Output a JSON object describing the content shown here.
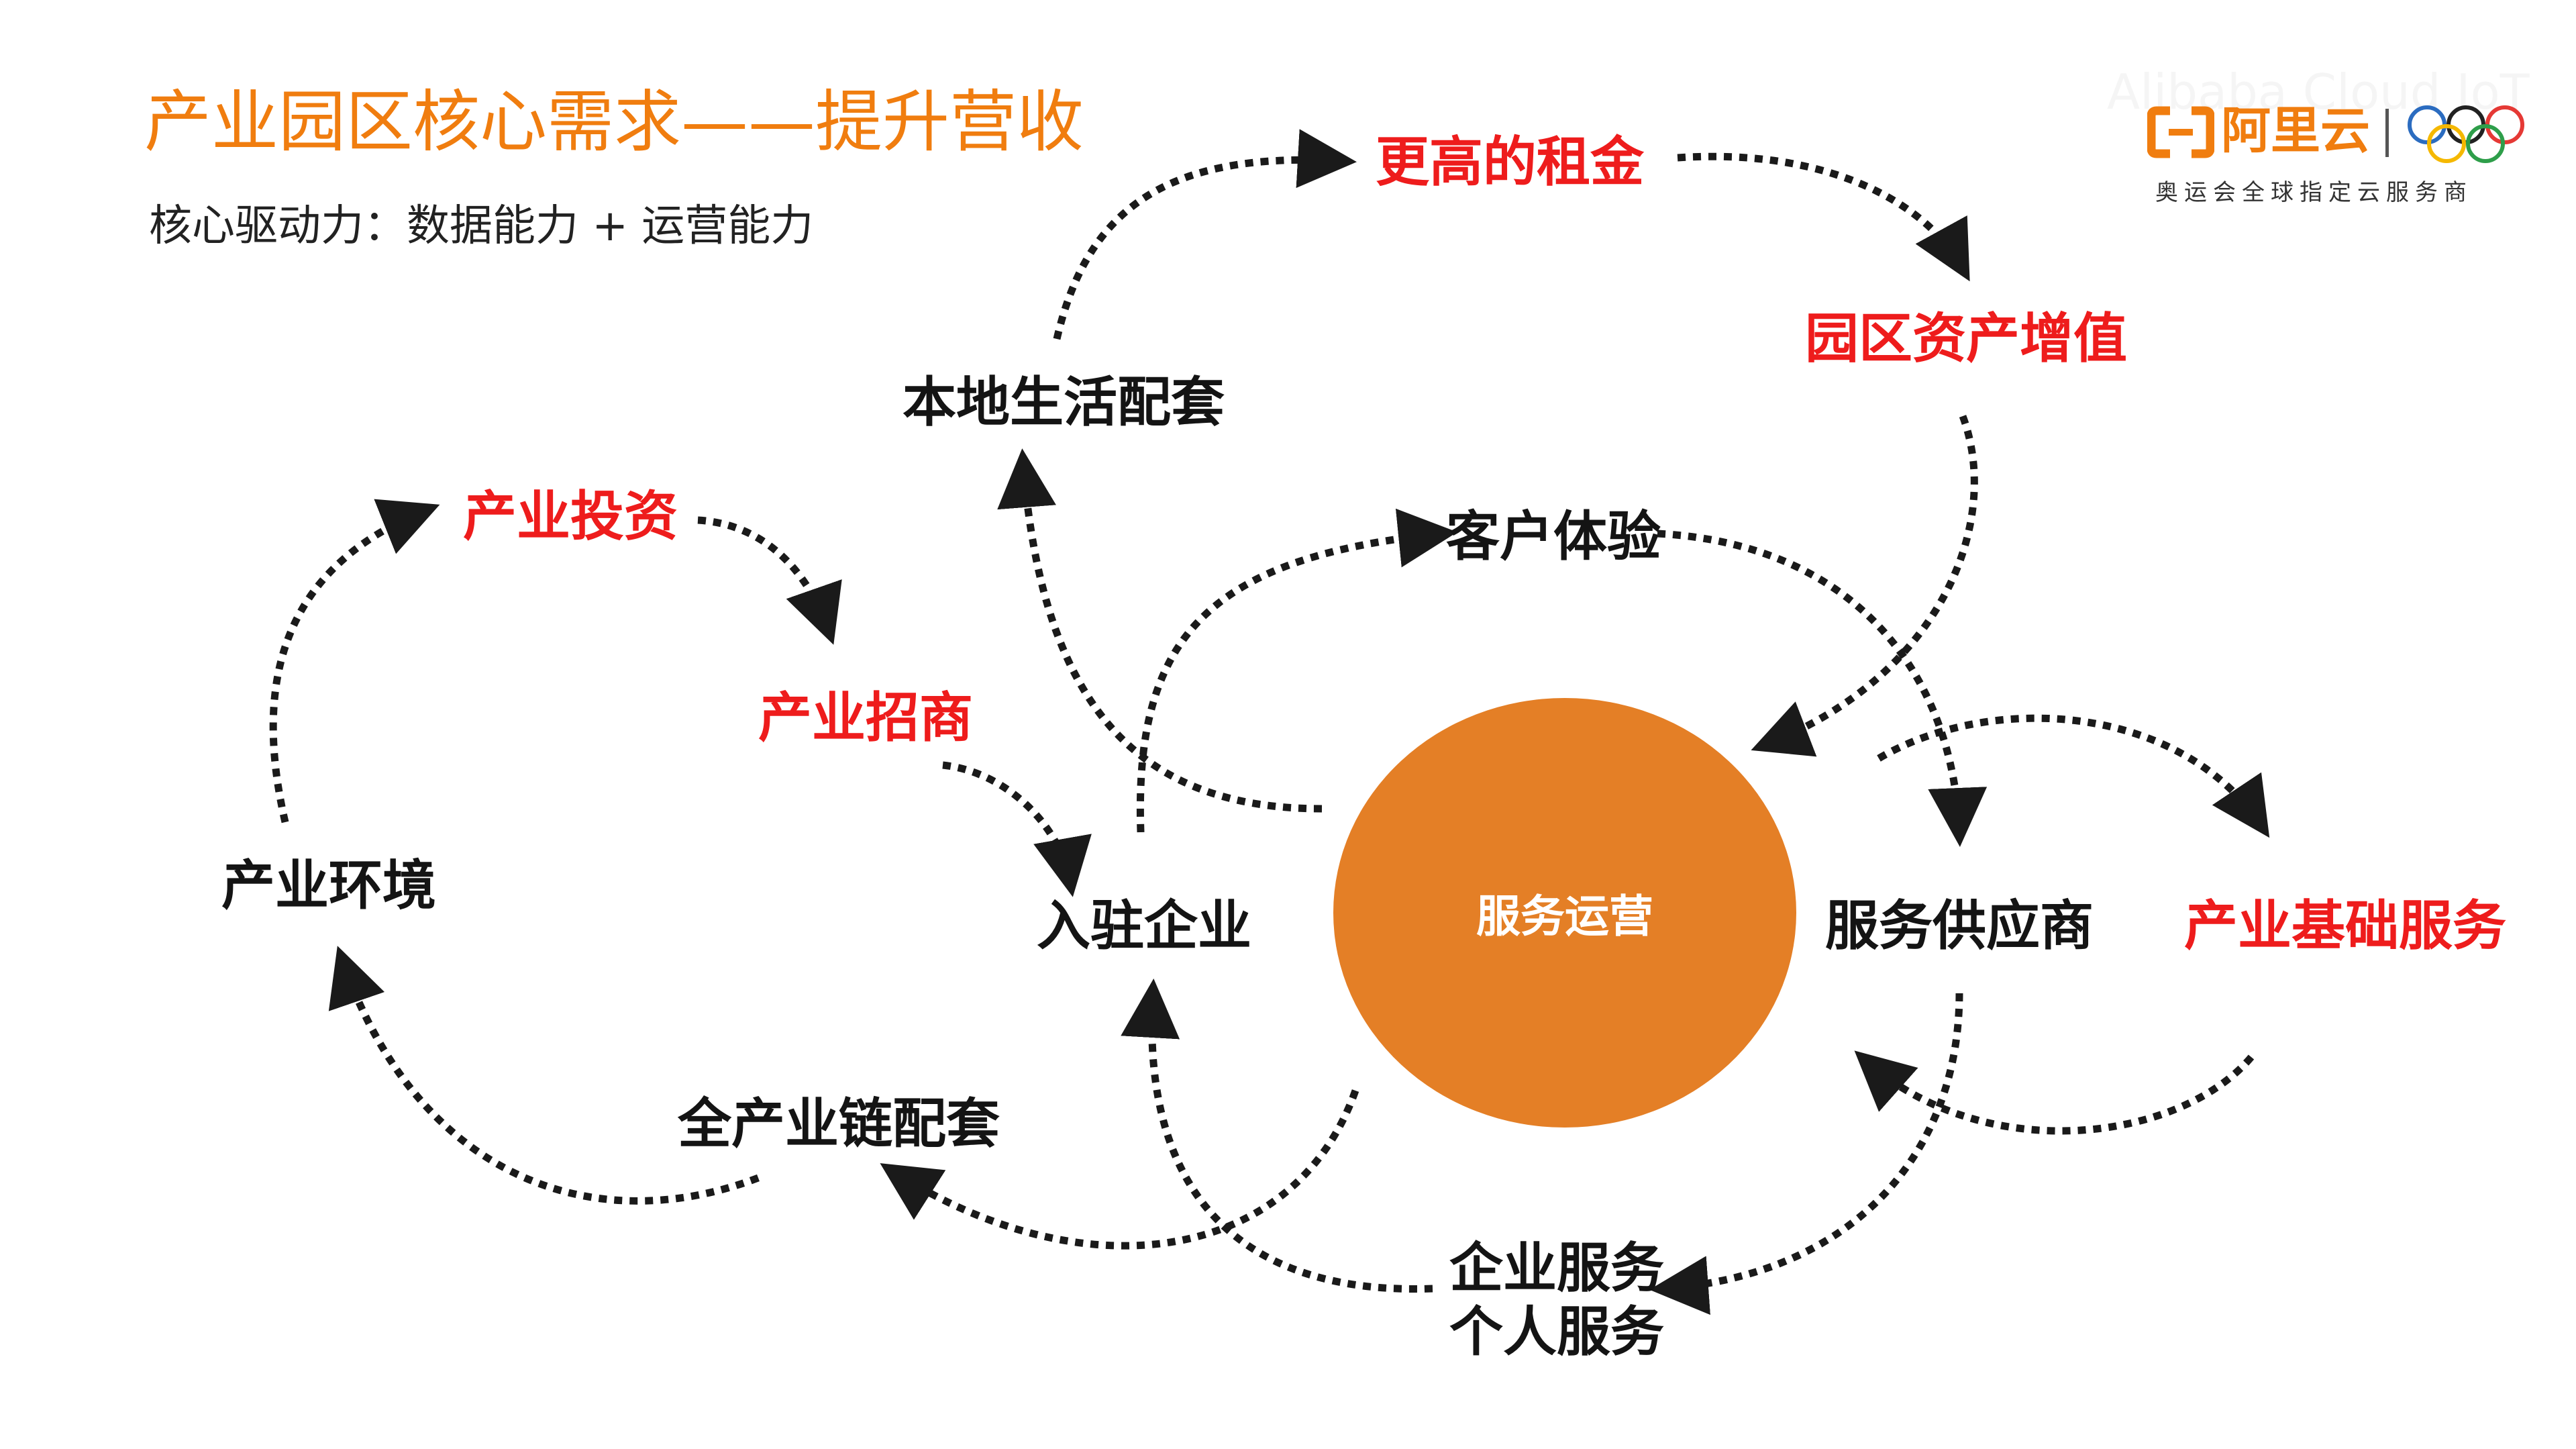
{
  "title": "产业园区核心需求——提升营收",
  "subtitle": "核心驱动力：数据能力 + 运营能力",
  "center": "服务运营",
  "nodes": {
    "higher_rent": "更高的租金",
    "asset_value": "园区资产增值",
    "local_life": "本地生活配套",
    "customer_exp": "客户体验",
    "industry_investment": "产业投资",
    "industry_attraction": "产业招商",
    "industry_env": "产业环境",
    "tenant_companies": "入驻企业",
    "service_providers": "服务供应商",
    "industry_basic_services": "产业基础服务",
    "full_chain": "全产业链配套",
    "enterprise_services": "企业服务",
    "personal_services": "个人服务"
  },
  "logo": {
    "brand": "阿里云",
    "sponsor": "奥运会全球指定云服务商",
    "watermark": "Alibaba Cloud IoT"
  },
  "colors": {
    "orange": "#f07d0f",
    "red": "#ee1c1c",
    "circle": "#e47f26",
    "text": "#141414"
  }
}
